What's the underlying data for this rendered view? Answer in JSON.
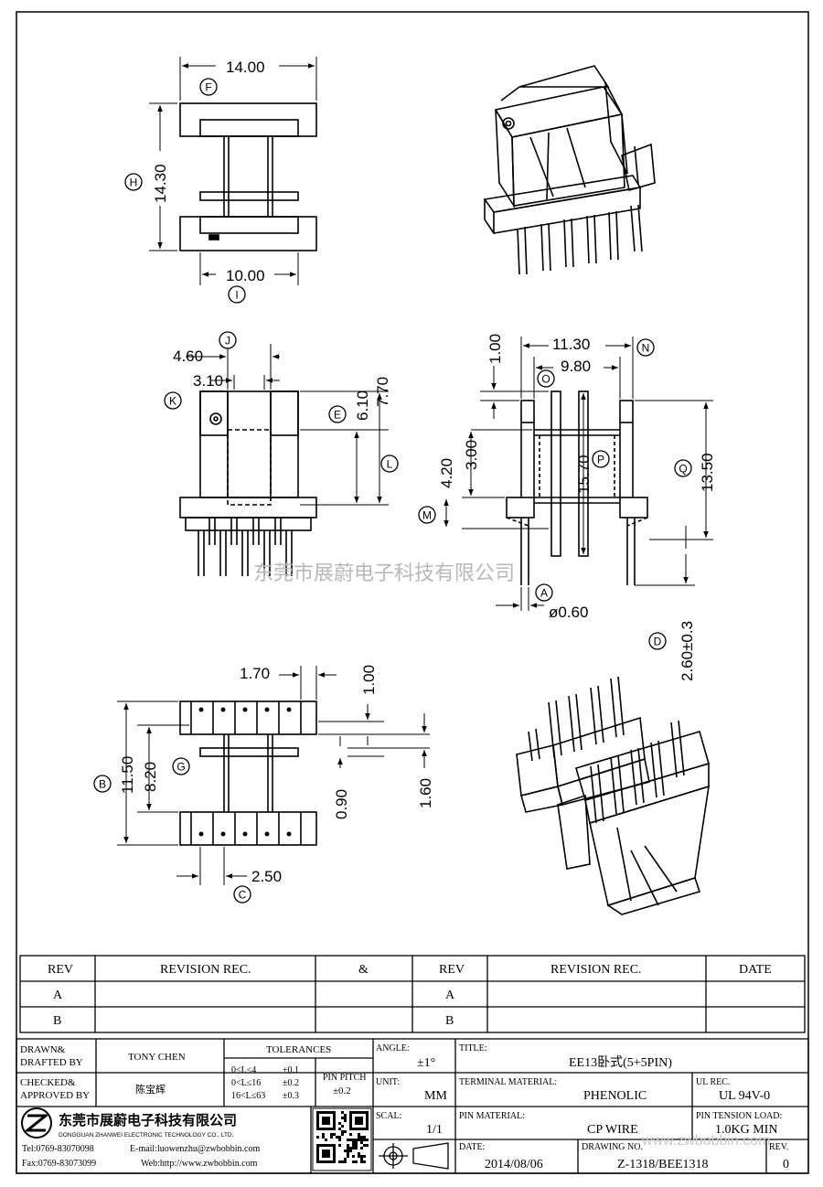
{
  "dimensions": {
    "top_width": "14.00",
    "top_height": "14.30",
    "top_inner_width": "10.00",
    "front_slot_outer": "4.60",
    "front_slot_inner": "3.10",
    "front_dim_6_10": "6.10",
    "front_dim_7_70": "7.70",
    "side_width_outer": "11.30",
    "side_width_inner": "9.80",
    "side_dim_1_00": "1.00",
    "side_dim_4_20": "4.20",
    "side_dim_3_00": "3.00",
    "side_dim_15_70": "15.70",
    "side_dim_13_50": "13.50",
    "pin_dia": "ø0.60",
    "pin_len": "2.60±0.3",
    "bottom_pitch_170": "1.70",
    "bottom_dim_100": "1.00",
    "bottom_dim_1150": "11.50",
    "bottom_dim_820": "8.20",
    "bottom_dim_090": "0.90",
    "bottom_dim_160": "1.60",
    "bottom_dim_250": "2.50"
  },
  "callouts": [
    "F",
    "H",
    "I",
    "J",
    "K",
    "E",
    "L",
    "N",
    "O",
    "P",
    "Q",
    "M",
    "A",
    "D",
    "B",
    "G",
    "C"
  ],
  "watermark": "东莞市展蔚电子科技有限公司",
  "revision_table": {
    "headers": {
      "rev": "REV",
      "revision_rec": "REVISION REC.",
      "mark": "&",
      "rev2": "REV",
      "revision_rec2": "REVISION REC.",
      "date": "DATE"
    },
    "rows": [
      {
        "rev": "A",
        "rev2": "A"
      },
      {
        "rev": "B",
        "rev2": "B"
      }
    ]
  },
  "title_block": {
    "drawn_label": [
      "DRAWN&",
      "DRAFTED BY"
    ],
    "drawn_value": "TONY CHEN",
    "checked_label": [
      "CHECKED&",
      "APPROVED BY"
    ],
    "checked_value": "陈宝辉",
    "tolerances_label": "TOLERANCES",
    "tol_ranges": [
      "0<L≤4",
      "0<L≤16",
      "16<L≤63"
    ],
    "tol_values": [
      "±0.1",
      "±0.2",
      "±0.3"
    ],
    "pin_pitch_label": "PIN PITCH",
    "pin_pitch_value": "±0.2",
    "angle_label": "ANGLE:",
    "angle_value": "±1°",
    "unit_label": "UNIT:",
    "unit_value": "MM",
    "scale_label": "SCAL:",
    "scale_value": "1/1",
    "title_label": "TITLE:",
    "title_value": "EE13卧式(5+5PIN)",
    "terminal_label": "TERMINAL MATERIAL:",
    "terminal_value": "PHENOLIC",
    "ul_label": "UL REC.",
    "ul_value": "UL 94V-0",
    "pin_material_label": "PIN MATERIAL:",
    "pin_material_value": "CP WIRE",
    "tension_label": "PIN TENSION LOAD:",
    "tension_value": "1.0KG MIN",
    "date_label": "DATE:",
    "date_value": "2014/08/06",
    "drawing_label": "DRAWING NO.",
    "drawing_value": "Z-1318/BEE1318",
    "rev_label": "REV.",
    "rev_value": "0",
    "company_cn": "东莞市展蔚电子科技有限公司",
    "company_en": "DONGGUAN ZHANWEI ELECTRONIC TECHNOLOGY CO., LTD.",
    "tel": "Tel:0769-83070098",
    "email": "E-mail:luowenzhu@zwbobbin.com",
    "fax": "Fax:0769-83073099",
    "web": "Web:http://www.zwbobbin.com",
    "web_watermark": "www.zwbobbin.com"
  }
}
